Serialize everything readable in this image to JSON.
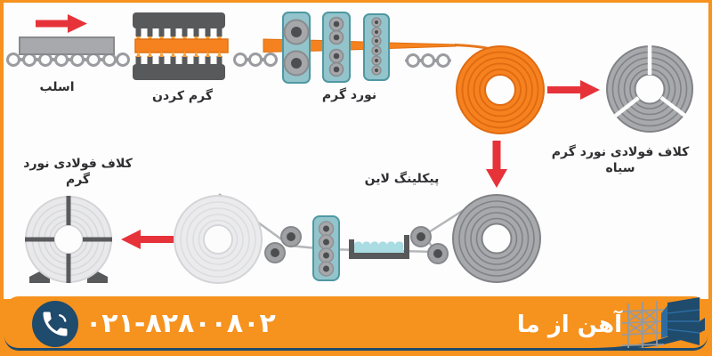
{
  "labels": {
    "slab": "اسلب",
    "heating": "گرم کردن",
    "hot_rolling": "نورد گرم",
    "black_coil": "کلاف فولادی نورد گرم سیاه",
    "pickling_line": "پیکلینگ لاین",
    "hot_rolled_coil": "کلاف فولادی نورد گرم"
  },
  "footer": {
    "phone_number": "۰۲۱-۸۲۸۰۰۸۰۲",
    "brand": "آهن از ما"
  },
  "icons": {
    "phone": "phone-icon",
    "logo": "building-scaffold-logo-icon",
    "arrows": [
      "flow-arrow-right-icon",
      "flow-arrow-right-icon",
      "flow-arrow-down-icon",
      "flow-arrow-left-icon"
    ]
  },
  "colors": {
    "border_orange": "#f6921e",
    "hot_orange": "#f5821f",
    "hot_orange_edge": "#e06a10",
    "flame_orange": "#f6a13b",
    "arrow_red": "#e6333a",
    "navy": "#1f4b6d",
    "navy_light": "#2d6ca0",
    "steel_gray": "#a7a9ac",
    "dark_gray": "#58595b",
    "teal_fill": "#93c4cb",
    "teal_edge": "#4e98a2",
    "liquid_blue": "#a9dce3",
    "coil_white": "#ebebed",
    "background": "#fdfdfe"
  }
}
